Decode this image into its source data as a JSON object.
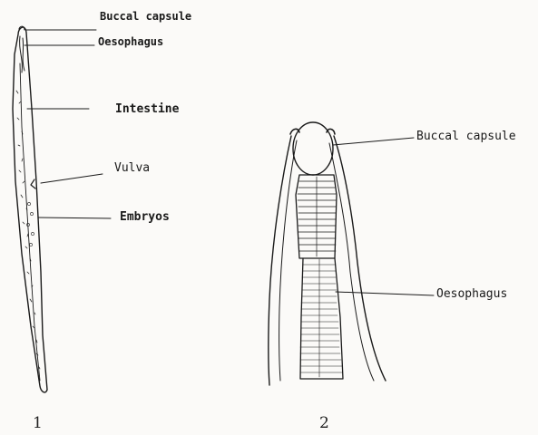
{
  "figure1": {
    "number": "1",
    "labels": {
      "buccal_capsule": "Buccal capsule",
      "oesophagus": "Oesophagus",
      "intestine": "Intestine",
      "vulva": "Vulva",
      "embryos": "Embryos"
    }
  },
  "figure2": {
    "number": "2",
    "labels": {
      "buccal_capsule": "Buccal capsule",
      "oesophagus": "Oesophagus"
    }
  },
  "colors": {
    "ink": "#1a1a1a",
    "paper": "#fbfaf8"
  }
}
